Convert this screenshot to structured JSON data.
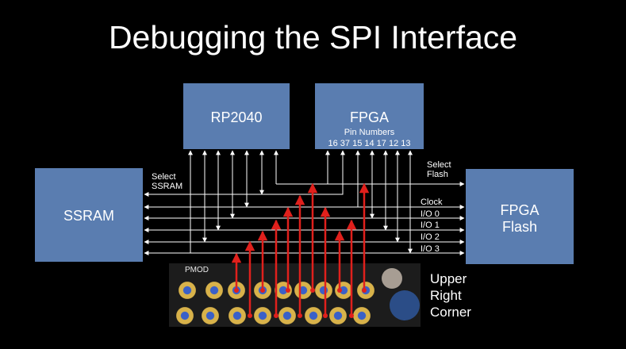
{
  "title": "Debugging the SPI Interface",
  "boxes": {
    "rp2040": "RP2040",
    "fpga": "FPGA",
    "fpga_pin_header": "Pin Numbers",
    "fpga_pins": "16  37 15  14 17 12 13",
    "ssram": "SSRAM",
    "flash_line1": "FPGA",
    "flash_line2": "Flash"
  },
  "signals": {
    "select_ssram_1": "Select",
    "select_ssram_2": "SSRAM",
    "select_flash_1": "Select",
    "select_flash_2": "Flash",
    "clock": "Clock",
    "io0": "I/O 0",
    "io1": "I/O 1",
    "io2": "I/O 2",
    "io3": "I/O 3"
  },
  "pcb": {
    "silkscreen": "PMOD"
  },
  "corner_label": {
    "line1": "Upper",
    "line2": "Right",
    "line3": "Corner"
  },
  "colors": {
    "box": "#5a7db0",
    "wire": "#ffffff",
    "probe": "#e0201c",
    "background": "#000000"
  }
}
